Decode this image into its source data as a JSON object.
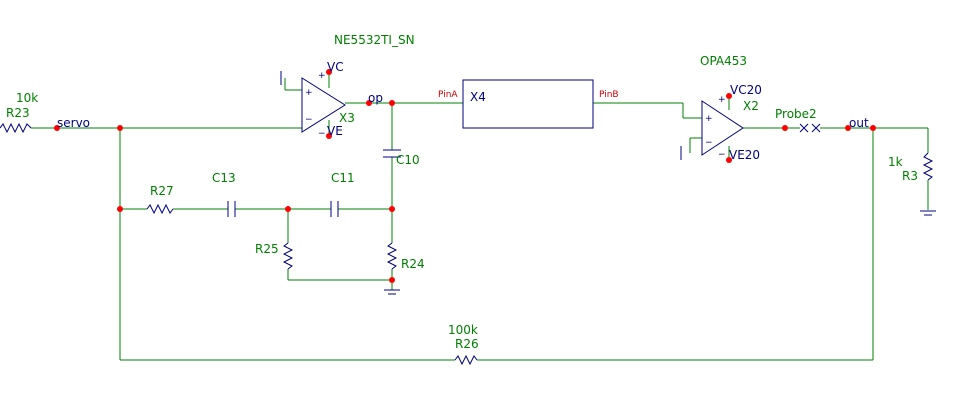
{
  "schematic": {
    "parts": {
      "r23": {
        "ref": "R23",
        "value": "10k"
      },
      "r27": {
        "ref": "R27"
      },
      "c13": {
        "ref": "C13"
      },
      "c11": {
        "ref": "C11"
      },
      "c10": {
        "ref": "C10"
      },
      "r25": {
        "ref": "R25"
      },
      "r24": {
        "ref": "R24"
      },
      "r26": {
        "ref": "R26",
        "value": "100k"
      },
      "r3": {
        "ref": "R3",
        "value": "1k"
      },
      "x3": {
        "ref": "X3",
        "model": "NE5532TI_SN",
        "supply_pos": "VC",
        "supply_neg": "VE"
      },
      "x2": {
        "ref": "X2",
        "model": "OPA453",
        "supply_pos": "VC20",
        "supply_neg": "VE20"
      },
      "x4": {
        "ref": "X4",
        "pin_a": "PinA",
        "pin_b": "PinB"
      },
      "probe": {
        "ref": "Probe2"
      }
    },
    "nets": {
      "servo": "servo",
      "op": "op",
      "out": "out"
    }
  }
}
